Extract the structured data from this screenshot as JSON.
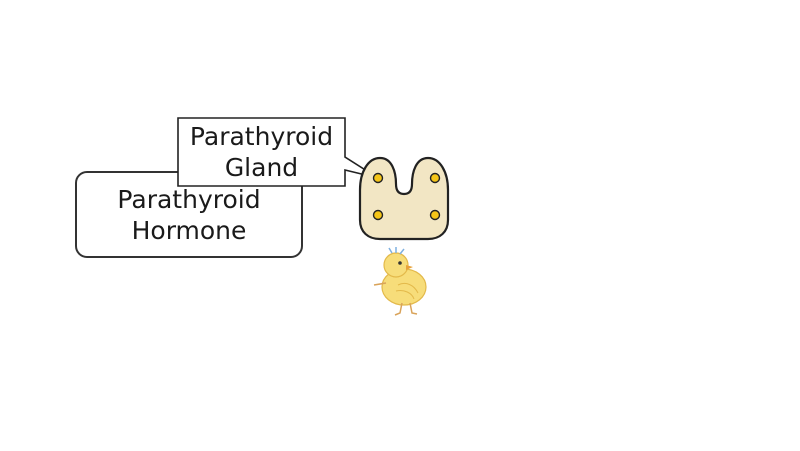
{
  "diagram": {
    "hormone_label": {
      "line1": "Parathyroid",
      "line2": "Hormone"
    },
    "gland_callout": {
      "line1": "Parathyroid",
      "line2": "Gland"
    }
  },
  "colors": {
    "gland_fill": "#f2e6c4",
    "gland_outline": "#222222",
    "dot_fill": "#f5c518",
    "box_border": "#333333"
  },
  "icons": {
    "gland": "parathyroid-gland-icon",
    "mascot": "chick-illustration"
  }
}
